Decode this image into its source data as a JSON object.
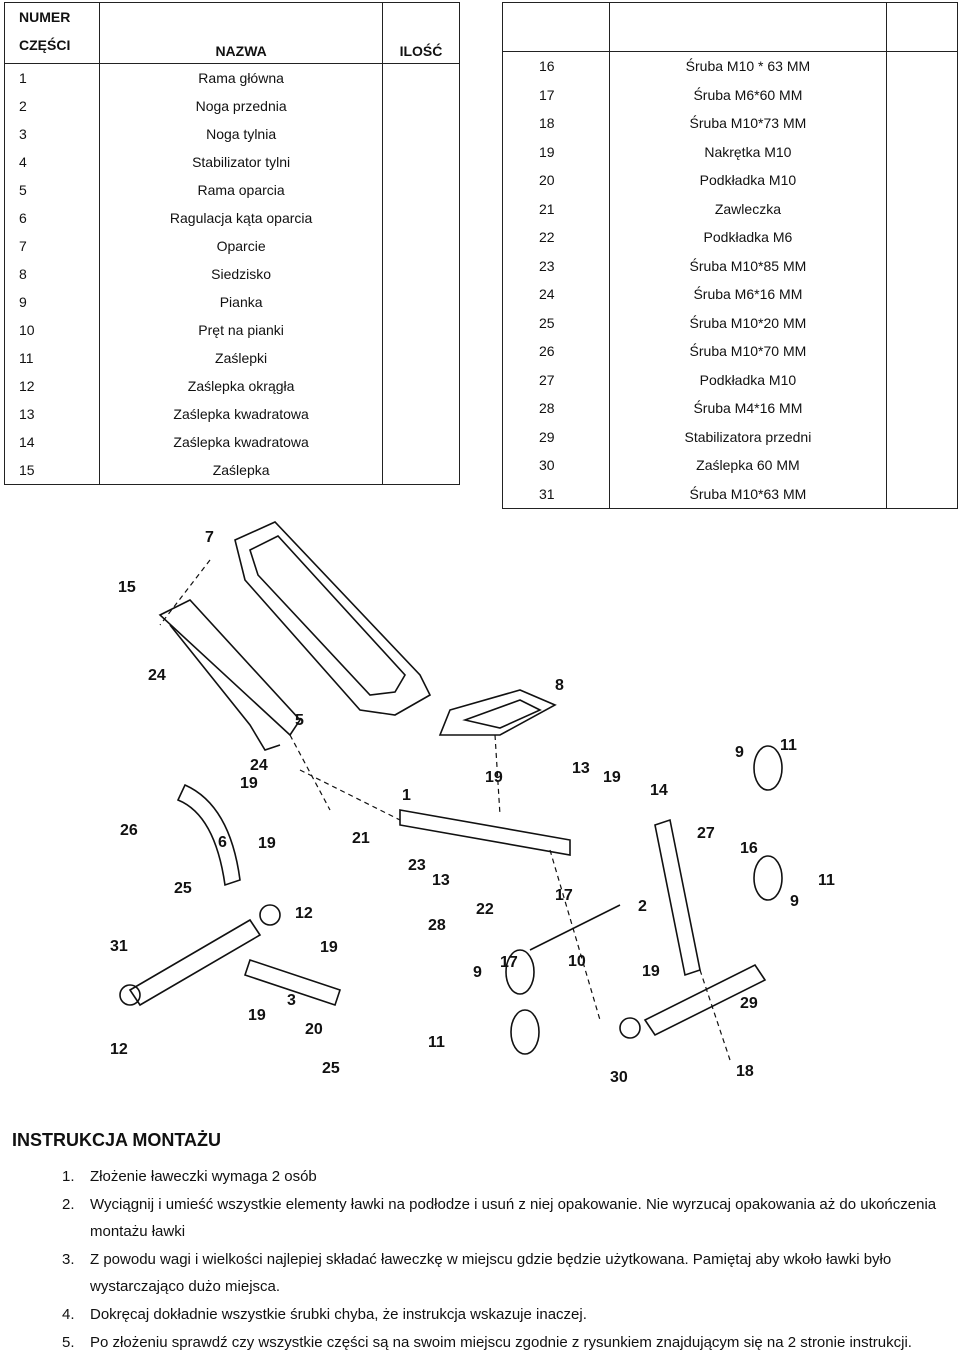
{
  "left_table": {
    "header": {
      "num": [
        "NUMER",
        "CZĘŚCI"
      ],
      "name": "NAZWA",
      "qty": "ILOŚĆ"
    },
    "rows": [
      {
        "num": "1",
        "name": "Rama główna"
      },
      {
        "num": "2",
        "name": "Noga przednia"
      },
      {
        "num": "3",
        "name": "Noga tylnia"
      },
      {
        "num": "4",
        "name": "Stabilizator tylni"
      },
      {
        "num": "5",
        "name": "Rama oparcia"
      },
      {
        "num": "6",
        "name": "Ragulacja kąta oparcia"
      },
      {
        "num": "7",
        "name": "Oparcie"
      },
      {
        "num": "8",
        "name": "Siedzisko"
      },
      {
        "num": "9",
        "name": "Pianka"
      },
      {
        "num": "10",
        "name": "Pręt na pianki"
      },
      {
        "num": "11",
        "name": "Zaślepki"
      },
      {
        "num": "12",
        "name": "Zaślepka okrągła"
      },
      {
        "num": "13",
        "name": "Zaślepka kwadratowa"
      },
      {
        "num": "14",
        "name": "Zaślepka kwadratowa"
      },
      {
        "num": "15",
        "name": "Zaślepka"
      }
    ]
  },
  "right_table": {
    "rows": [
      {
        "num": "16",
        "name": "Śruba M10 * 63 MM"
      },
      {
        "num": "17",
        "name": "Śruba M6*60 MM"
      },
      {
        "num": "18",
        "name": "Śruba M10*73 MM"
      },
      {
        "num": "19",
        "name": "Nakrętka M10"
      },
      {
        "num": "20",
        "name": "Podkładka M10"
      },
      {
        "num": "21",
        "name": "Zawleczka"
      },
      {
        "num": "22",
        "name": "Podkładka M6"
      },
      {
        "num": "23",
        "name": "Śruba M10*85 MM"
      },
      {
        "num": "24",
        "name": "Śruba M6*16 MM"
      },
      {
        "num": "25",
        "name": "Śruba M10*20 MM"
      },
      {
        "num": "26",
        "name": "Śruba M10*70 MM"
      },
      {
        "num": "27",
        "name": "Podkładka M10"
      },
      {
        "num": "28",
        "name": "Śruba M4*16 MM"
      },
      {
        "num": "29",
        "name": "Stabilizatora przedni"
      },
      {
        "num": "30",
        "name": "Zaślepka 60 MM"
      },
      {
        "num": "31",
        "name": "Śruba M10*63 MM"
      }
    ]
  },
  "diagram": {
    "callouts": [
      "7",
      "15",
      "24",
      "5",
      "8",
      "24",
      "19",
      "11",
      "9",
      "19",
      "13",
      "19",
      "14",
      "1",
      "26",
      "6",
      "19",
      "21",
      "27",
      "16",
      "11",
      "23",
      "13",
      "25",
      "22",
      "17",
      "2",
      "9",
      "31",
      "12",
      "28",
      "19",
      "17",
      "10",
      "9",
      "19",
      "3",
      "19",
      "29",
      "20",
      "11",
      "12",
      "25",
      "30",
      "18"
    ]
  },
  "instructions": {
    "title": "INSTRUKCJA MONTAŻU",
    "items": [
      {
        "num": "1.",
        "text": "Złożenie ławeczki wymaga 2 osób"
      },
      {
        "num": "2.",
        "text": "Wyciągnij i umieść wszystkie elementy ławki na podłodze i usuń z niej opakowanie. Nie wyrzucaj opakowania aż do ukończenia montażu ławki"
      },
      {
        "num": "3.",
        "text": "Z powodu wagi i wielkości najlepiej składać ławeczkę w miejscu gdzie będzie użytkowana. Pamiętaj aby wkoło ławki było wystarczająco dużo miejsca."
      },
      {
        "num": "4.",
        "text": "Dokręcaj dokładnie wszystkie śrubki chyba, że instrukcja wskazuje inaczej."
      },
      {
        "num": "5.",
        "text": "Po złożeniu sprawdź czy wszystkie części są na swoim miejscu zgodnie z rysunkiem znajdującym się na 2 stronie instrukcji."
      }
    ]
  }
}
